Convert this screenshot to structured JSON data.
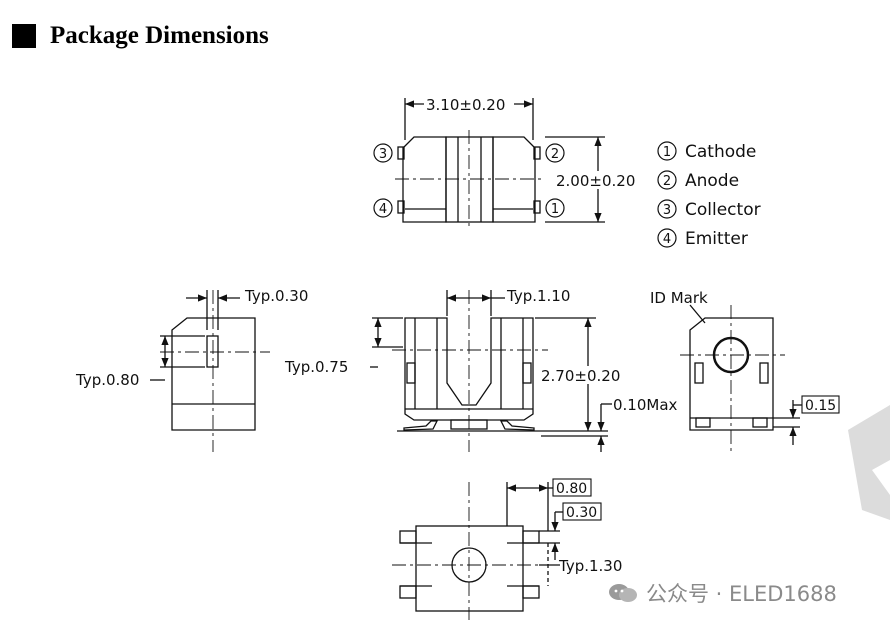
{
  "heading": "Package Dimensions",
  "pins": {
    "p1": "1",
    "p2": "2",
    "p3": "3",
    "p4": "4",
    "pin1": "Cathode",
    "pin2": "Anode",
    "pin3": "Collector",
    "pin4": "Emitter"
  },
  "dims": {
    "top_width": "3.10±0.20",
    "top_height": "2.00±0.20",
    "left_typ030": "Typ.0.30",
    "left_typ080": "Typ.0.80",
    "mid_typ110": "Typ.1.10",
    "mid_typ075": "Typ.0.75",
    "mid_height": "2.70±0.20",
    "mid_max": "0.10Max",
    "right_idmark": "ID Mark",
    "right_015": "0.15",
    "bot_080": "0.80",
    "bot_030": "0.30",
    "bot_typ130": "Typ.1.30"
  },
  "watermark": {
    "text": "公众号 · ELED1688"
  }
}
